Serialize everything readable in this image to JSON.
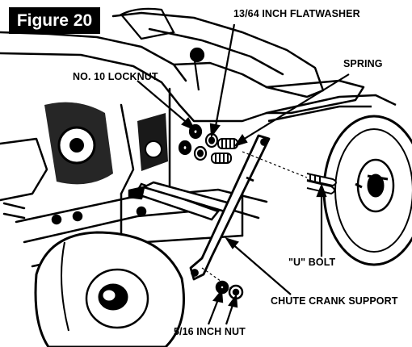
{
  "figure": {
    "title": "Figure 20",
    "labels": {
      "flatwasher": "13/64 INCH FLATWASHER",
      "spring": "SPRING",
      "locknut": "NO. 10 LOCKNUT",
      "u_bolt": "\"U\" BOLT",
      "chute_crank_support": "CHUTE CRANK SUPPORT",
      "nut": "5/16 INCH NUT"
    }
  }
}
